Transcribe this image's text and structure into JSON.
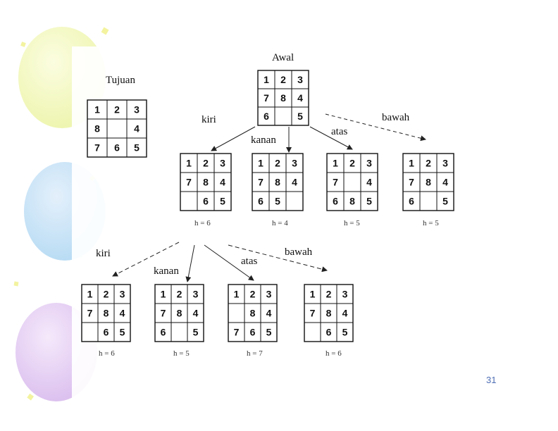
{
  "labels": {
    "goal": "Tujuan",
    "start": "Awal",
    "moves_level1": [
      "kiri",
      "kanan",
      "atas",
      "bawah"
    ],
    "moves_level2": [
      "kiri",
      "kanan",
      "atas",
      "bawah"
    ]
  },
  "goal_board": [
    [
      "1",
      "2",
      "3"
    ],
    [
      "8",
      "",
      "4"
    ],
    [
      "7",
      "6",
      "5"
    ]
  ],
  "start_board": [
    [
      "1",
      "2",
      "3"
    ],
    [
      "7",
      "8",
      "4"
    ],
    [
      "6",
      "",
      "5"
    ]
  ],
  "level1": [
    {
      "board": [
        [
          "1",
          "2",
          "3"
        ],
        [
          "7",
          "8",
          "4"
        ],
        [
          "",
          "6",
          "5"
        ]
      ],
      "h": "h = 6"
    },
    {
      "board": [
        [
          "1",
          "2",
          "3"
        ],
        [
          "7",
          "8",
          "4"
        ],
        [
          "6",
          "5",
          ""
        ]
      ],
      "h": "h = 4"
    },
    {
      "board": [
        [
          "1",
          "2",
          "3"
        ],
        [
          "7",
          "",
          "4"
        ],
        [
          "6",
          "8",
          "5"
        ]
      ],
      "h": "h = 5"
    },
    {
      "board": [
        [
          "1",
          "2",
          "3"
        ],
        [
          "7",
          "8",
          "4"
        ],
        [
          "6",
          "",
          "5"
        ]
      ],
      "h": "h = 5"
    }
  ],
  "level2": [
    {
      "board": [
        [
          "1",
          "2",
          "3"
        ],
        [
          "7",
          "8",
          "4"
        ],
        [
          "",
          "6",
          "5"
        ]
      ],
      "h": "h = 6"
    },
    {
      "board": [
        [
          "1",
          "2",
          "3"
        ],
        [
          "7",
          "8",
          "4"
        ],
        [
          "6",
          "",
          "5"
        ]
      ],
      "h": "h = 5"
    },
    {
      "board": [
        [
          "1",
          "2",
          "3"
        ],
        [
          "",
          "8",
          "4"
        ],
        [
          "7",
          "6",
          "5"
        ]
      ],
      "h": "h = 7"
    },
    {
      "board": [
        [
          "1",
          "2",
          "3"
        ],
        [
          "7",
          "8",
          "4"
        ],
        [
          "",
          "6",
          "5"
        ]
      ],
      "h": "h = 6"
    }
  ],
  "page_number": "31"
}
